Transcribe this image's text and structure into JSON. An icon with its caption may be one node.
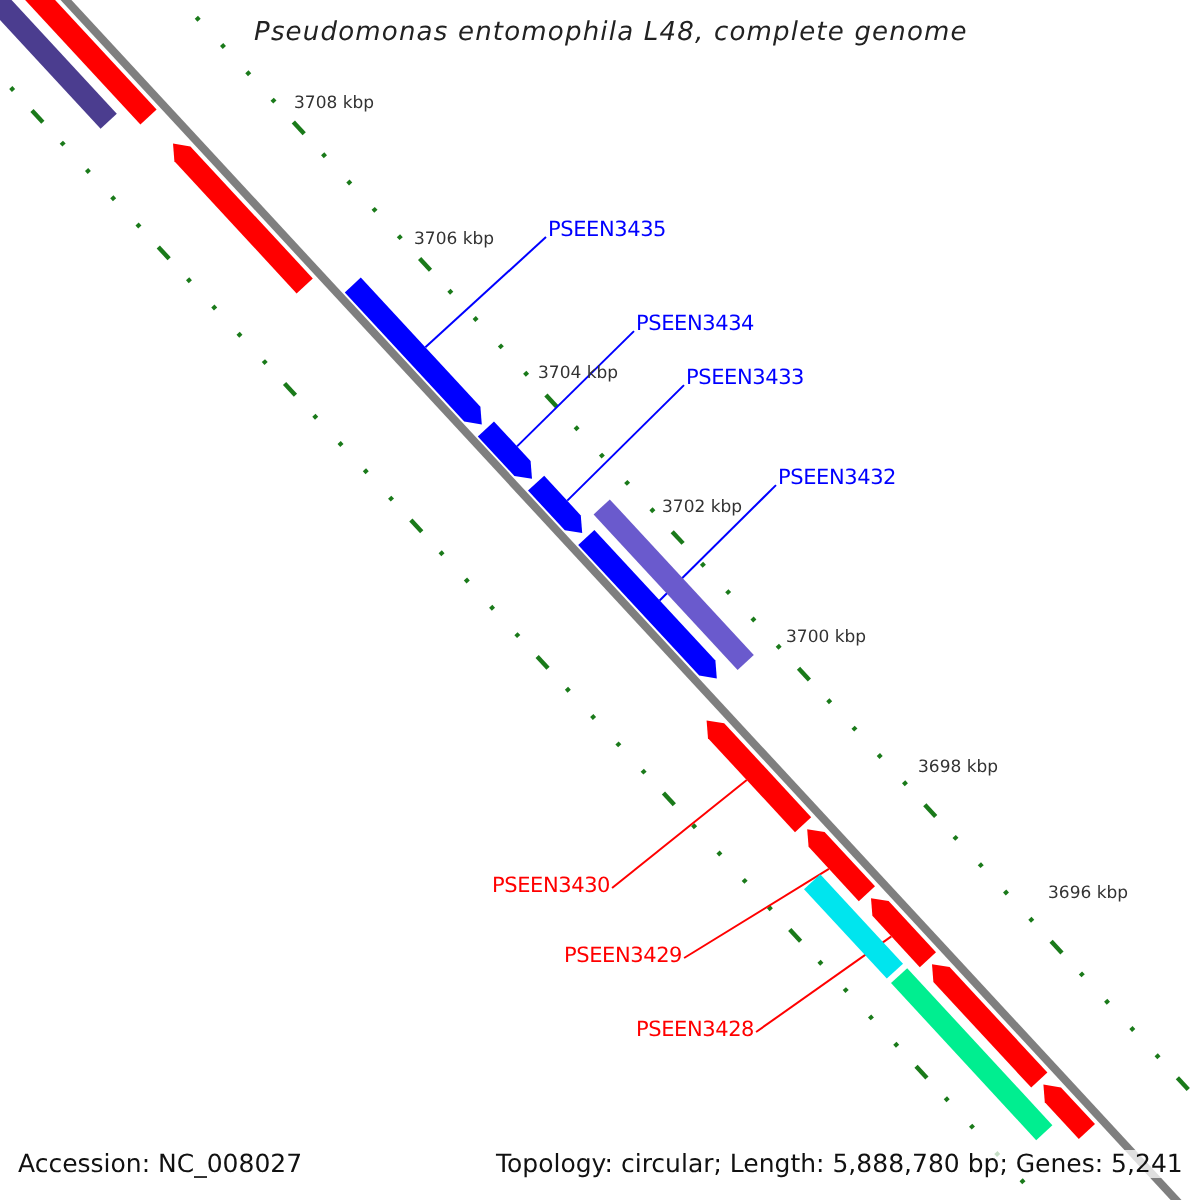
{
  "diagram": {
    "title": "Pseudomonas entomophila L48, complete genome",
    "nodes": [
      {
        "text": [
          "PSEEN3435"
        ]
      },
      {
        "text": [
          "PSEEN3434"
        ]
      },
      {
        "text": [
          "PSEEN3433"
        ]
      },
      {
        "text": [
          "PSEEN3432"
        ]
      },
      {
        "text": [
          "PSEEN3430"
        ]
      },
      {
        "text": [
          "PSEEN3429"
        ]
      },
      {
        "text": [
          "PSEEN3428"
        ]
      },
      {
        "text": [],
        "shape": "bar"
      },
      {
        "text": [],
        "shape": "bar"
      },
      {
        "text": [],
        "shape": "arrow"
      },
      {
        "text": [],
        "shape": "arrow"
      },
      {
        "text": [],
        "shape": "arrow"
      },
      {
        "text": [],
        "shape": "arrow"
      },
      {
        "text": [],
        "shape": "bar"
      },
      {
        "text": [],
        "shape": "arrow"
      },
      {
        "text": [],
        "shape": "arrow"
      },
      {
        "text": [],
        "shape": "arrow"
      },
      {
        "text": [],
        "shape": "bar"
      },
      {
        "text": [],
        "shape": "arrow"
      },
      {
        "text": [],
        "shape": "bar"
      },
      {
        "text": [],
        "shape": "arrow"
      },
      {
        "text": [],
        "shape": "arrow"
      }
    ],
    "edges": [
      {
        "from": 0,
        "to": 10,
        "arrow": "none"
      },
      {
        "from": 1,
        "to": 11,
        "arrow": "none"
      },
      {
        "from": 2,
        "to": 12,
        "arrow": "none"
      },
      {
        "from": 3,
        "to": 14,
        "arrow": "none"
      },
      {
        "from": 4,
        "to": 15,
        "arrow": "none",
        "color": "#ff0000"
      },
      {
        "from": 5,
        "to": 16,
        "arrow": "none",
        "color": "#ff0000"
      },
      {
        "from": 6,
        "to": 18,
        "arrow": "none",
        "color": "#ff0000"
      }
    ],
    "labels": [
      "3708 kbp",
      "3706 kbp",
      "3704 kbp",
      "3702 kbp",
      "3700 kbp",
      "3698 kbp",
      "3696 kbp",
      "Accession: NC_008027",
      "Topology: circular; Length: 5,888,780 bp; Genes: 5,241"
    ]
  }
}
